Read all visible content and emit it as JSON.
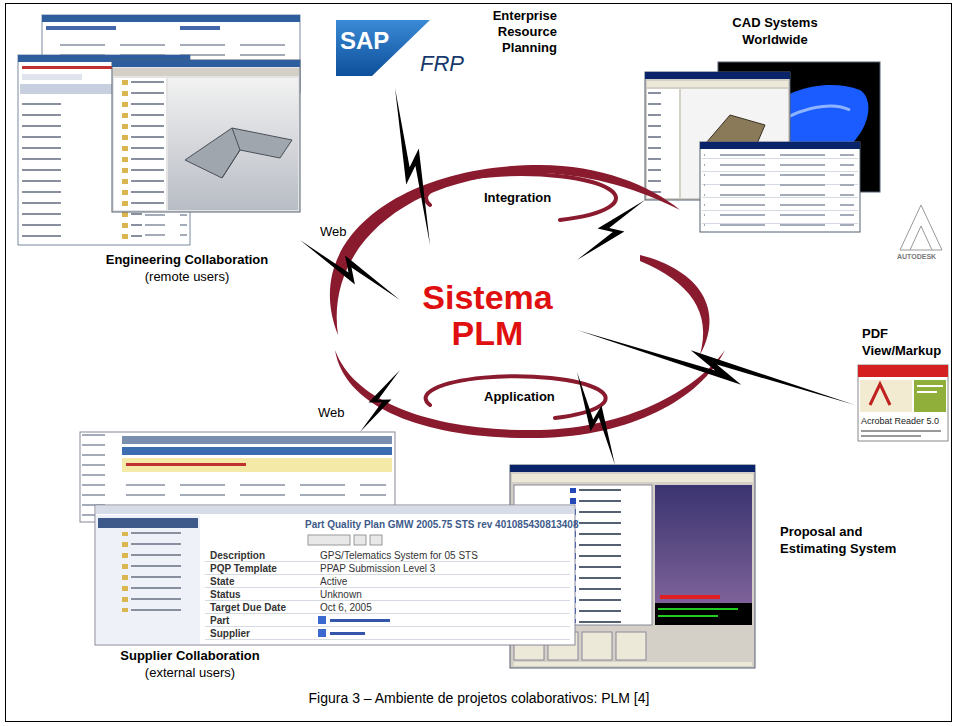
{
  "diagram": {
    "caption": "Figura 3 – Ambiente de projetos colaborativos: PLM [4]",
    "nodes": [
      {
        "text": [
          "Engineering Collaboration",
          "(remote users)"
        ]
      },
      {
        "text": [
          "SAP",
          "FRP",
          "Enterprise Resource Planning"
        ]
      },
      {
        "text": [
          "CAD Systems Worldwide"
        ]
      },
      {
        "text": [
          "Sistema PLM"
        ]
      },
      {
        "text": [
          "PDF View/Markup"
        ]
      },
      {
        "text": [
          "Supplier Collaboration",
          "(external users)"
        ]
      },
      {
        "text": [
          "Proposal and Estimating System"
        ]
      }
    ],
    "edges": [
      {
        "from": 0,
        "to": 3,
        "arrow": "none",
        "label": "Web"
      },
      {
        "from": 1,
        "to": 3,
        "arrow": "none"
      },
      {
        "from": 2,
        "to": 3,
        "arrow": "none"
      },
      {
        "from": 4,
        "to": 3,
        "arrow": "none"
      },
      {
        "from": 5,
        "to": 3,
        "arrow": "none",
        "label": "Web"
      },
      {
        "from": 6,
        "to": 3,
        "arrow": "none"
      }
    ],
    "labels": [
      "Integration",
      "Application",
      "AUTODESK",
      "Acrobat Reader 5.0",
      "Part Quality Plan GMW 2005.75 STS rev 401085430813408",
      "Description",
      "GPS/Telematics System for 05 STS",
      "PQP Template",
      "PPAP Submission Level 3",
      "State",
      "Active",
      "Status",
      "Unknown",
      "Target Due Date",
      "Oct 6, 2005",
      "Part",
      "Supplier"
    ]
  }
}
